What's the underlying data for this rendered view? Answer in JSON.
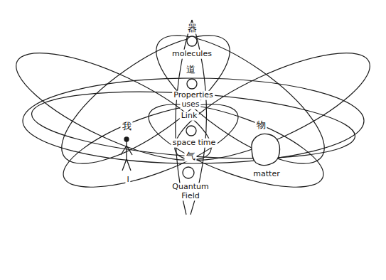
{
  "diagram": {
    "labels": [
      "器",
      "molecules",
      "道",
      "Properties",
      "uses",
      "Link",
      "space time",
      "气",
      "Quantum Field",
      "我",
      "I",
      "物",
      "matter"
    ]
  }
}
